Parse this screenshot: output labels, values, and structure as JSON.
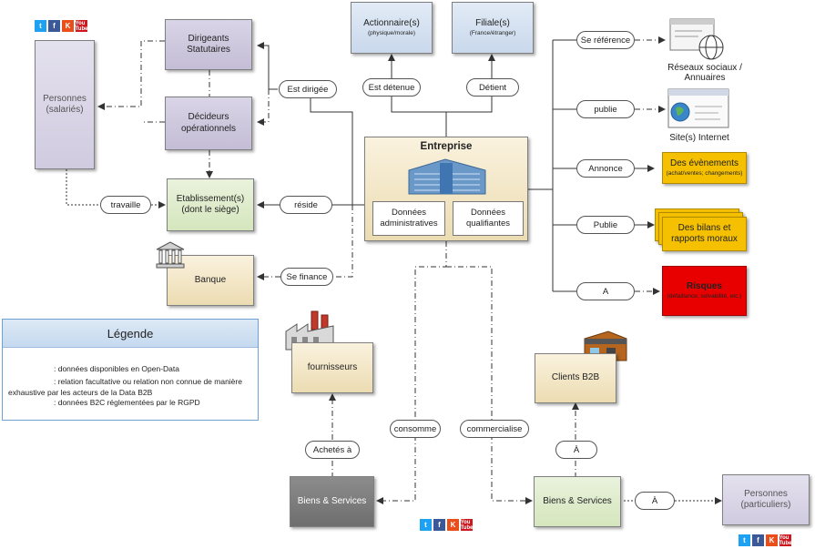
{
  "nodes": {
    "dirigeants": "Dirigeants Statutaires",
    "decideurs": "Décideurs opérationnels",
    "personnes_salaries": "Personnes (salariés)",
    "etablissement": "Etablissement(s) (dont le siège)",
    "banque": "Banque",
    "actionnaires": "Actionnaire(s)",
    "actionnaires_sub": "(physique/morale)",
    "filiales": "Filiale(s)",
    "filiales_sub": "(France/étranger)",
    "entreprise": "Entreprise",
    "donnees_admin": "Données administratives",
    "donnees_qual": "Données qualifiantes",
    "reseaux": "Réseaux sociaux / Annuaires",
    "sites": "Site(s) Internet",
    "evenements": "Des évènements",
    "evenements_sub": "(achat/ventes; changements)",
    "bilans": "Des bilans et rapports moraux",
    "risques": "Risques",
    "risques_sub": "(défaillance, solvabilité, etc.)",
    "fournisseurs": "fournisseurs",
    "clients": "Clients B2B",
    "biens_gauche": "Biens & Services",
    "biens_droite": "Biens & Services",
    "personnes_particuliers": "Personnes (particuliers)"
  },
  "relations": {
    "est_dirigee": "Est dirigée",
    "est_detenue": "Est détenue",
    "detient": "Détient",
    "se_reference": "Se référence",
    "publie": "publie",
    "annonce": "Annonce",
    "publie2": "Publie",
    "a_risques": "A",
    "travaille": "travaille",
    "reside": "réside",
    "se_finance": "Se finance",
    "consomme": "consomme",
    "commercialise": "commercialise",
    "achetes_a": "Achetés à",
    "a_clients": "À",
    "a_personnes": "À"
  },
  "legend": {
    "title": "Légende",
    "solid": ": données disponibles en Open-Data",
    "dashdot": ": relation facultative ou relation non connue de manière exhaustive par les acteurs de la Data B2B",
    "dotted": ": données B2C réglementées par le RGPD"
  },
  "social": {
    "twitter": "t",
    "facebook": "f",
    "klout": "K",
    "youtube": "You Tube"
  },
  "colors": {
    "yellow": "#f5c000",
    "red": "#e80000",
    "legend_border": "#6ea0d2"
  }
}
